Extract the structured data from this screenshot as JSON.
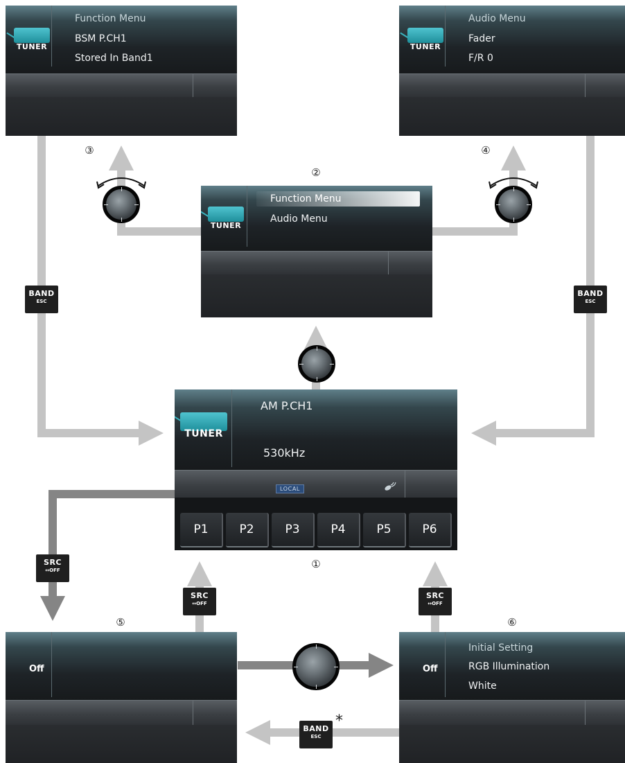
{
  "screens": {
    "function_result": {
      "lines": [
        "Function Menu",
        "BSM P.CH1",
        "Stored In Band1"
      ],
      "icon_label": "TUNER"
    },
    "audio_result": {
      "lines": [
        "Audio Menu",
        "Fader",
        "F/R 0"
      ],
      "icon_label": "TUNER"
    },
    "menu": {
      "lines": [
        "Function Menu",
        "Audio Menu"
      ],
      "icon_label": "TUNER"
    },
    "main": {
      "icon_label": "TUNER",
      "channel": "AM P.CH1",
      "frequency": "530kHz",
      "local_badge": "LOCAL",
      "presets": [
        "P1",
        "P2",
        "P3",
        "P4",
        "P5",
        "P6"
      ]
    },
    "off": {
      "label": "Off"
    },
    "setting": {
      "label": "Off",
      "lines": [
        "Initial Setting",
        "RGB Illumination",
        "White"
      ]
    }
  },
  "buttons": {
    "band": {
      "top": "BAND",
      "bottom": "ESC"
    },
    "src": {
      "top": "SRC",
      "bottom": "↔OFF"
    }
  },
  "steps": [
    "①",
    "②",
    "③",
    "④",
    "⑤",
    "⑥"
  ],
  "asterisk": "*",
  "colors": {
    "arrow": "#c4c4c4",
    "arrow_dark": "#858585",
    "accent": "#4fc3cf"
  }
}
